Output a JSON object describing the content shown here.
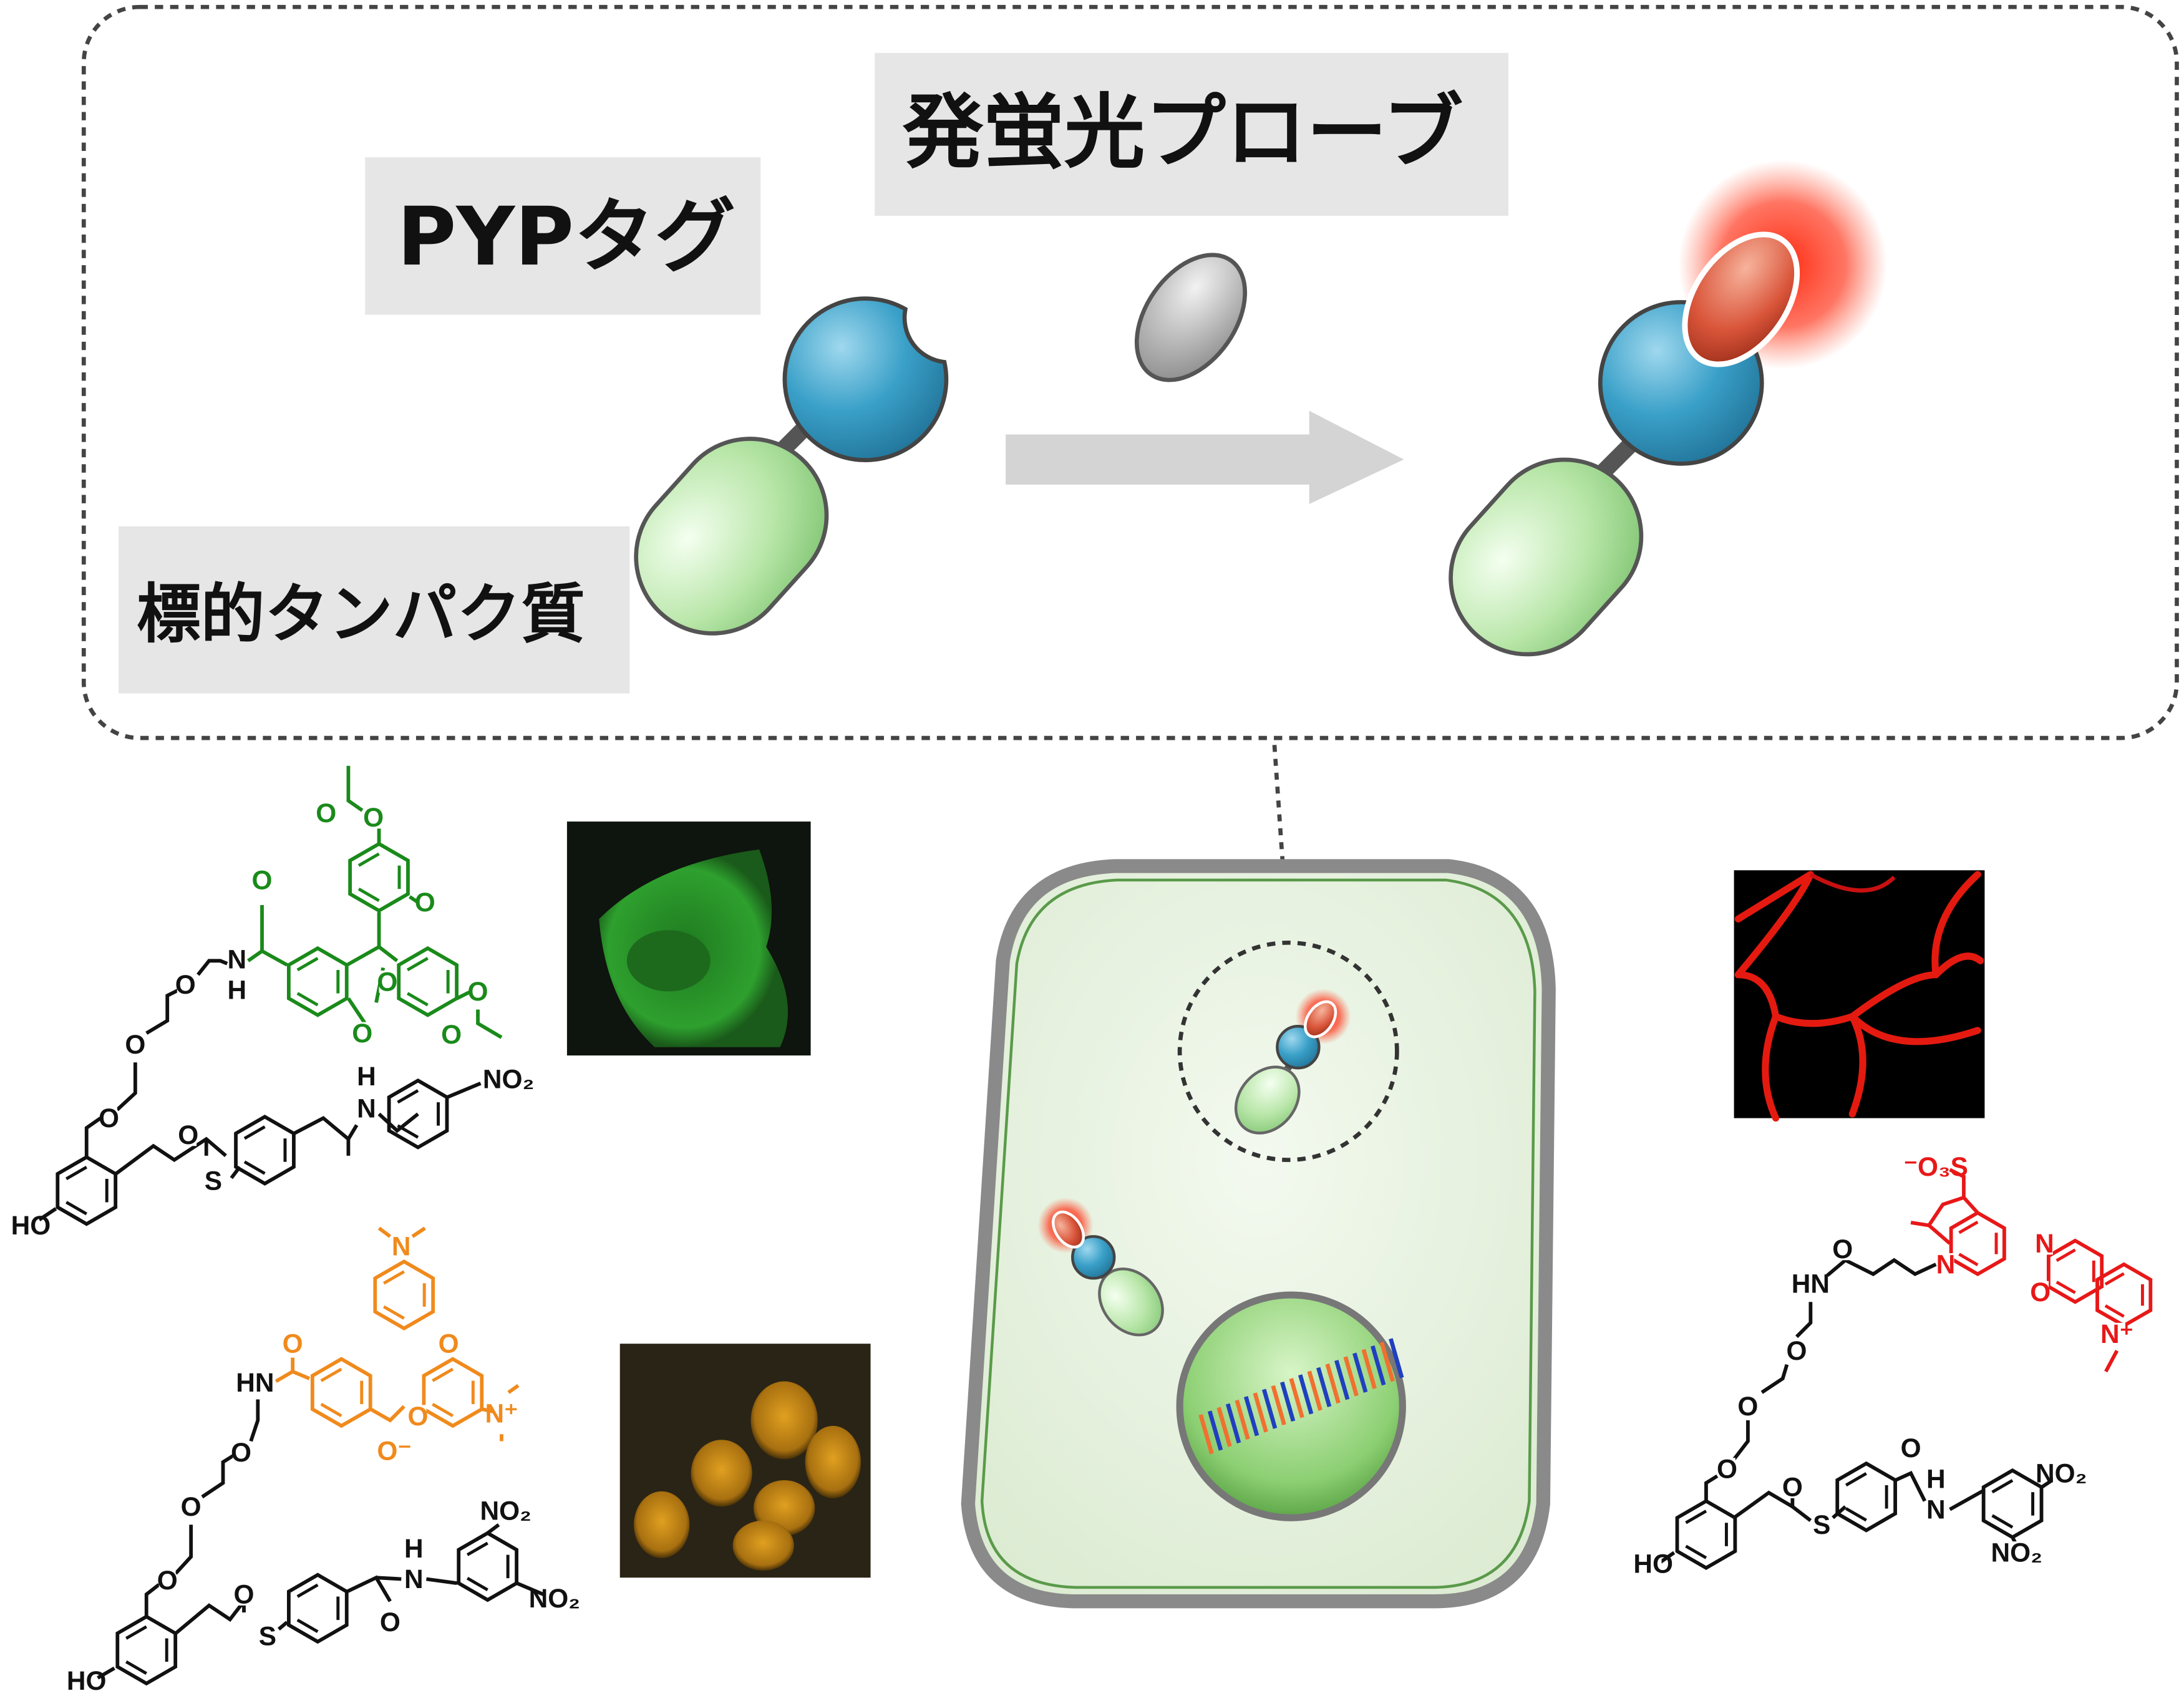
{
  "labels": {
    "pyp_tag": "PYPタグ",
    "fluorogenic_probe": "発蛍光プローブ",
    "target_protein": "標的タンパク質"
  },
  "colors": {
    "green_probe": "#1a8a1a",
    "orange_probe": "#f08a1c",
    "red_probe": "#e81818",
    "tag_blue": "#3aa0c8",
    "protein_green": "#b8e6a8",
    "label_box": "#e6e6e6"
  },
  "molecules": [
    {
      "name": "fluorescein-probe",
      "atoms": [
        "HO",
        "O",
        "O",
        "O",
        "N",
        "H",
        "O",
        "O",
        "O",
        "O",
        "O",
        "O",
        "O",
        "O",
        "S",
        "O",
        "H",
        "N",
        "NO₂"
      ]
    },
    {
      "name": "tmr-probe",
      "atoms": [
        "HO",
        "O",
        "O",
        "O",
        "HN",
        "O",
        "N",
        "O",
        "N⁺",
        "O",
        "O⁻",
        "O",
        "S",
        "O",
        "H",
        "N",
        "NO₂",
        "NO₂"
      ]
    },
    {
      "name": "red-probe",
      "atoms": [
        "HO",
        "O",
        "O",
        "O",
        "HN",
        "O",
        "N",
        "⁻O₃S",
        "N",
        "O",
        "N⁺",
        "O",
        "S",
        "O",
        "H",
        "N",
        "NO₂",
        "NO₂"
      ]
    }
  ]
}
